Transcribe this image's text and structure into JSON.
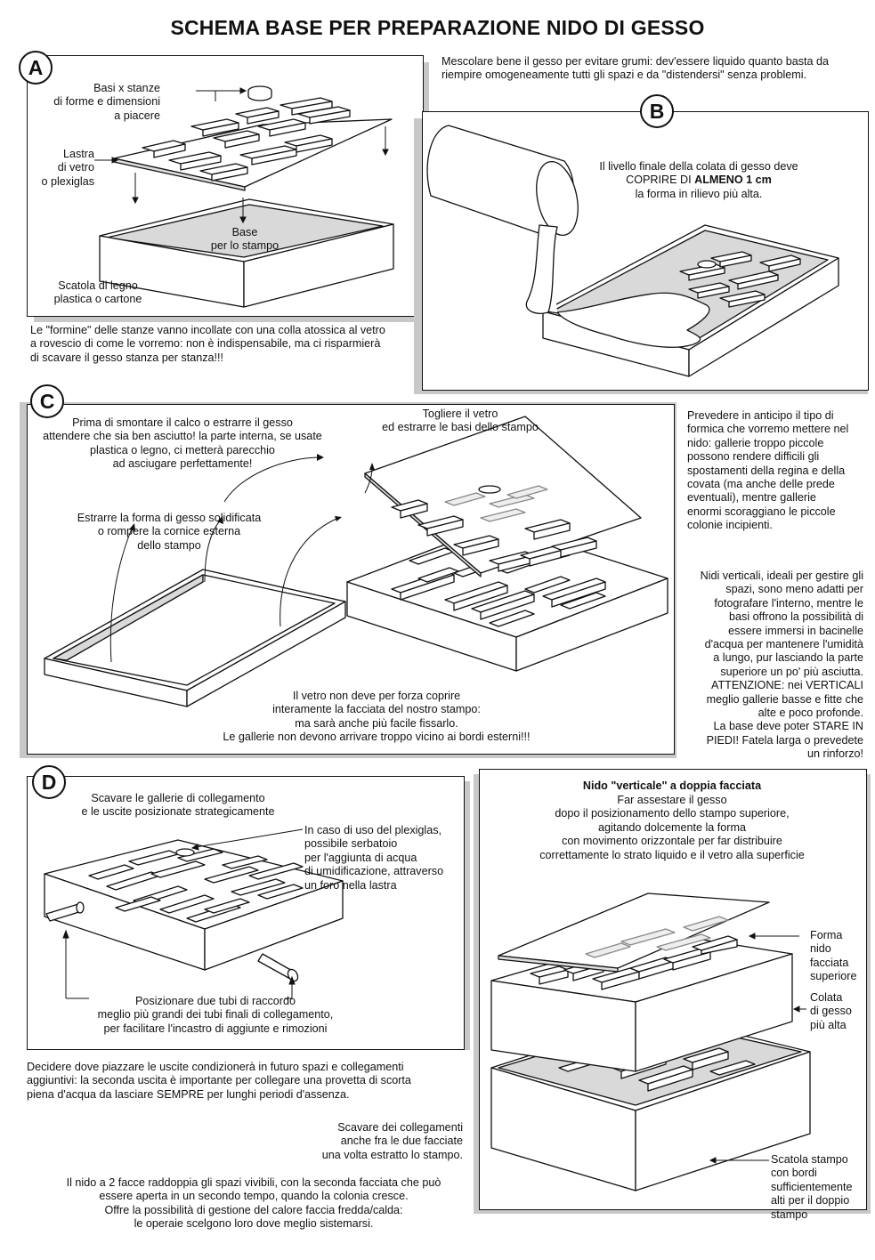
{
  "title": "SCHEMA BASE PER PREPARAZIONE NIDO DI GESSO",
  "panels": {
    "a": {
      "badge": "A",
      "label_bases": "Basi x stanze\ndi forme e dimensioni\na piacere",
      "label_glass": "Lastra\ndi vetro\no plexiglas",
      "label_base": "Base\nper lo stampo",
      "label_box": "Scatola di legno\nplastica o cartone",
      "caption": "Le \"formine\" delle stanze vanno incollate con una colla atossica al vetro\na rovescio di come le vorremo: non è indispensabile, ma ci risparmierà\ndi scavare il gesso stanza per stanza!!!"
    },
    "b": {
      "badge": "B",
      "intro": "Mescolare bene il gesso per evitare grumi: dev'essere liquido quanto basta da\nriempire omogeneamente tutti gli spazi e da \"distendersi\" senza problemi.",
      "note_1": "Il livello finale della colata di gesso deve\nCOPRIRE DI ",
      "note_bold": "ALMENO 1 cm",
      "note_2": "\nla forma in rilievo più alta."
    },
    "c": {
      "badge": "C",
      "text_wait": "Prima di smontare il calco o estrarre il gesso\nattendere che sia ben asciutto! la parte interna, se usate\nplastica o legno, ci metterà parecchio\nad asciugare perfettamente!",
      "text_remove_glass": "Togliere il vetro\ned estrarre le basi dello stampo",
      "text_extract": "Estrarre la forma di gesso solidificata\no rompere la cornice esterna\ndello stampo",
      "text_glass_note": "Il vetro non  deve per forza coprire\ninteramente la facciata del nostro stampo:\nma sarà anche più facile fissarlo.\nLe gallerie non devono arrivare troppo vicino ai bordi esterni!!!",
      "side_1": "Prevedere in anticipo il tipo di\nformica che vorremo mettere nel\nnido: gallerie troppo piccole\npossono rendere difficili gli\nspostamenti della regina e della\ncovata (ma anche delle prede\neventuali), mentre gallerie\nenormi scoraggiano le piccole\ncolonie incipienti.",
      "side_2": "Nidi verticali, ideali per gestire gli\nspazi, sono meno adatti per\nfotografare l'interno, mentre le\nbasi offrono la possibilità di\nessere immersi in bacinelle\nd'acqua per mantenere l'umidità\na lungo, pur lasciando la parte\nsuperiore un po' più asciutta.\nATTENZIONE: nei VERTICALI\nmeglio gallerie basse e fitte che\nalte e poco profonde.\nLa base deve poter STARE IN\nPIEDI! Fatela larga o prevedete\nun rinforzo!"
    },
    "d": {
      "badge": "D",
      "text_dig": "Scavare le gallerie di collegamento\ne le uscite posizionate strategicamente",
      "text_reservoir": "In caso di uso del plexiglas,\npossibile serbatoio\nper l'aggiunta di acqua\ndi umidificazione, attraverso\nun foro nella lastra",
      "text_tubes": "Posizionare due tubi di raccordo\nmeglio più grandi dei tubi finali di collegamento,\nper facilitare l'incastro di aggiunte e rimozioni",
      "text_exits": "Decidere dove piazzare le uscite condizionerà in futuro spazi e collegamenti\naggiuntivi: la seconda uscita è importante per collegare una provetta di scorta\npiena d'acqua da lasciare SEMPRE per lunghi periodi d'assenza.",
      "text_connect": "Scavare dei collegamenti\nanche fra le due facciate\nuna volta estratto lo stampo.",
      "text_double": "Il nido a 2 facce raddoppia gli spazi vivibili, con la seconda facciata che può\nessere aperta in un secondo tempo, quando la colonia cresce.\nOffre la possibilità di gestione del calore faccia fredda/calda:\nle operaie scelgono loro dove meglio sistemarsi."
    },
    "e": {
      "title": "Nido \"verticale\" a doppia facciata",
      "text": "Far assestare il gesso\ndopo il posizionamento dello stampo superiore,\nagitando dolcemente la forma\ncon movimento orizzontale per far distribuire\ncorrettamente lo strato liquido e il vetro alla superficie",
      "label_form": "Forma\nnido\nfacciata\nsuperiore",
      "label_cast": "Colata\ndi gesso\npiù alta",
      "label_box": "Scatola stampo\ncon bordi\nsufficientemente\nalti per il doppio\nstampo"
    }
  }
}
